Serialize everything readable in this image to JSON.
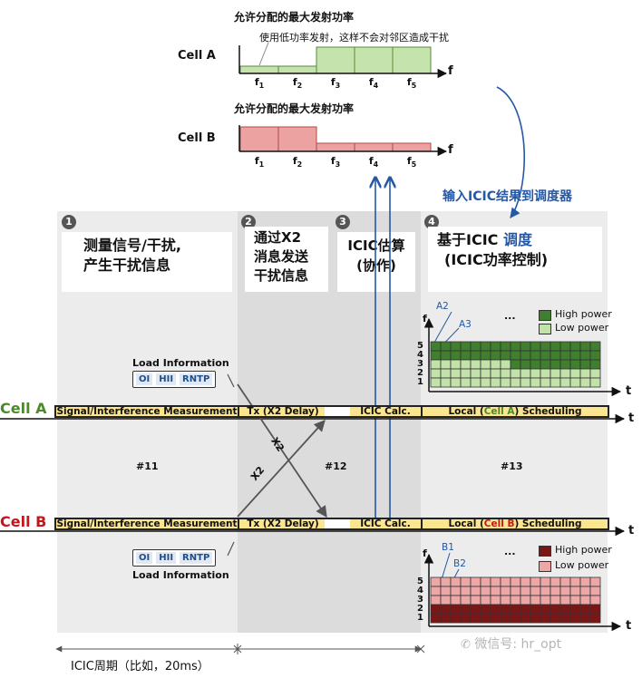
{
  "top": {
    "cellA": {
      "label": "Cell A",
      "title": "允许分配的最大发射功率",
      "note": "使用低功率发射，这样不会对邻区造成干扰",
      "power_levels": [
        "low",
        "low",
        "high",
        "high",
        "high"
      ]
    },
    "cellB": {
      "label": "Cell B",
      "title": "允许分配的最大发射功率",
      "power_levels": [
        "high",
        "high",
        "low",
        "low",
        "low"
      ]
    },
    "freq_base": "f",
    "freq_subs": [
      "1",
      "2",
      "3",
      "4",
      "5"
    ],
    "axis_f": "f",
    "input_label": "输入ICIC结果到调度器"
  },
  "phases": [
    {
      "num": "1",
      "title_line1": "测量信号/干扰,",
      "title_line2": "产生干扰信息"
    },
    {
      "num": "2",
      "title_line1": "通过X2",
      "title_line2": "消息发送",
      "title_line3": "干扰信息"
    },
    {
      "num": "3",
      "title_line1": "ICIC估算",
      "title_line2": "(协作)"
    },
    {
      "num": "4",
      "title_line1_a": "基于ICIC ",
      "title_line1_b": "调度",
      "title_line2": "(ICIC功率控制)"
    }
  ],
  "timeline": {
    "cellA": {
      "label": "Cell A",
      "measure": "Signal/Interference Measurement",
      "tx": "Tx (X2 Delay)",
      "calc": "ICIC Calc.",
      "sched_pre": "Local (",
      "sched_cell": "Cell A",
      "sched_post": ") Scheduling"
    },
    "cellB": {
      "label": "Cell B",
      "measure": "Signal/Interference Measurement",
      "tx": "Tx (X2 Delay)",
      "calc": "ICIC Calc.",
      "sched_pre": "Local (",
      "sched_cell": "Cell B",
      "sched_post": ") Scheduling"
    },
    "axis_t": "t",
    "x2": "X2",
    "periods": [
      "#11",
      "#12",
      "#13"
    ]
  },
  "load_info": {
    "items": [
      "OI",
      "HII",
      "RNTP"
    ],
    "caption": "Load Information"
  },
  "grids": {
    "axis_f": "f",
    "axis_t": "t",
    "dots": "...",
    "levels": [
      "5",
      "4",
      "3",
      "2",
      "1"
    ],
    "cellA": {
      "labels": [
        "A2",
        "A3"
      ],
      "legend_high": "High power",
      "legend_low": "Low power",
      "colors": {
        "high": "#3f7f2e",
        "low": "#c3e2a9"
      }
    },
    "cellB": {
      "labels": [
        "B1",
        "B2"
      ],
      "legend_high": "High power",
      "legend_low": "Low power",
      "colors": {
        "high": "#7a1616",
        "low": "#eea7a7"
      }
    }
  },
  "period_label": "ICIC周期（比如，20ms）",
  "watermark": "微信号: hr_opt",
  "colors": {
    "cellA_green": "#4a8a2a",
    "cellB_red": "#c4161c",
    "blue": "#2458a6",
    "green_light": "#c5e3ad",
    "red_light": "#eda2a2",
    "band_yellow": "#fbe58f"
  }
}
